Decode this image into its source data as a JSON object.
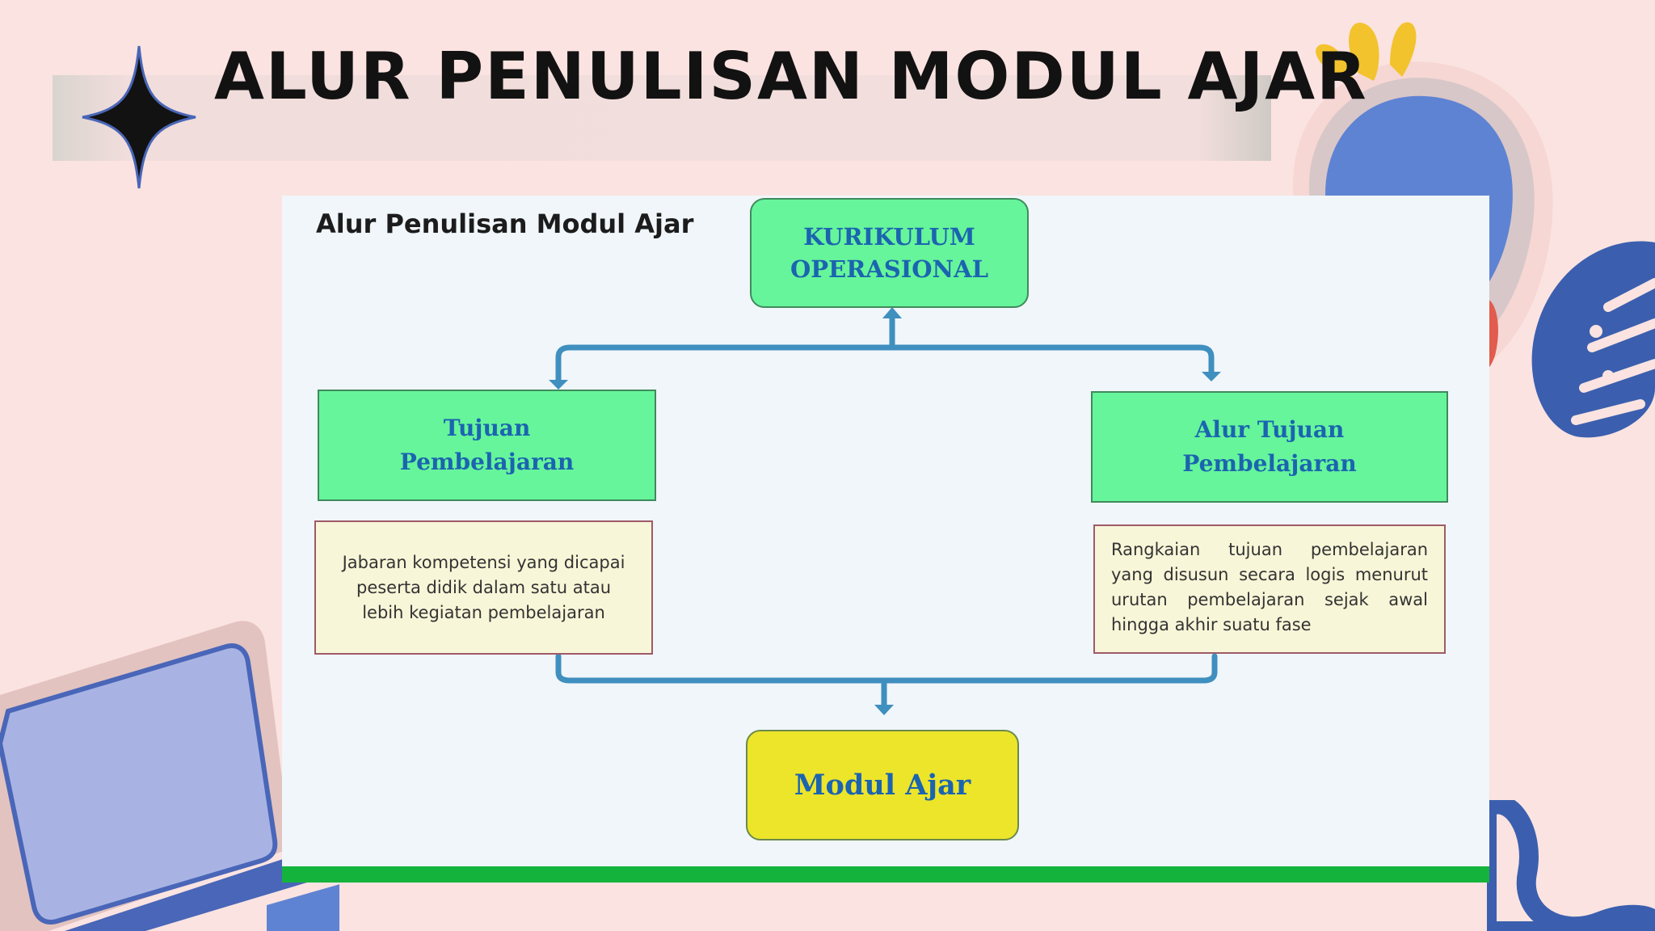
{
  "slide": {
    "title": "ALUR PENULISAN MODUL AJAR"
  },
  "diagram": {
    "title": "Alur Penulisan Modul Ajar",
    "nodes": {
      "kurikulum": {
        "line1": "KURIKULUM",
        "line2": "OPERASIONAL"
      },
      "tujuan": {
        "line1": "Tujuan",
        "line2": "Pembelajaran"
      },
      "alur": {
        "line1": "Alur Tujuan",
        "line2": "Pembelajaran"
      },
      "modul": {
        "label": "Modul Ajar"
      }
    },
    "descriptions": {
      "tujuan": "Jabaran kompetensi yang dicapai peserta didik dalam satu atau lebih kegiatan pembelajaran",
      "alur": "Rangkaian tujuan pembelajaran yang disusun secara logis menurut urutan pembelajaran sejak awal hingga akhir suatu fase"
    }
  },
  "colors": {
    "background": "#fbe3e1",
    "node_green": "#66f59b",
    "node_yellow": "#ede52a",
    "node_text": "#1b64b0",
    "connector": "#3f8fbf",
    "bottom_strip": "#14b43c"
  }
}
